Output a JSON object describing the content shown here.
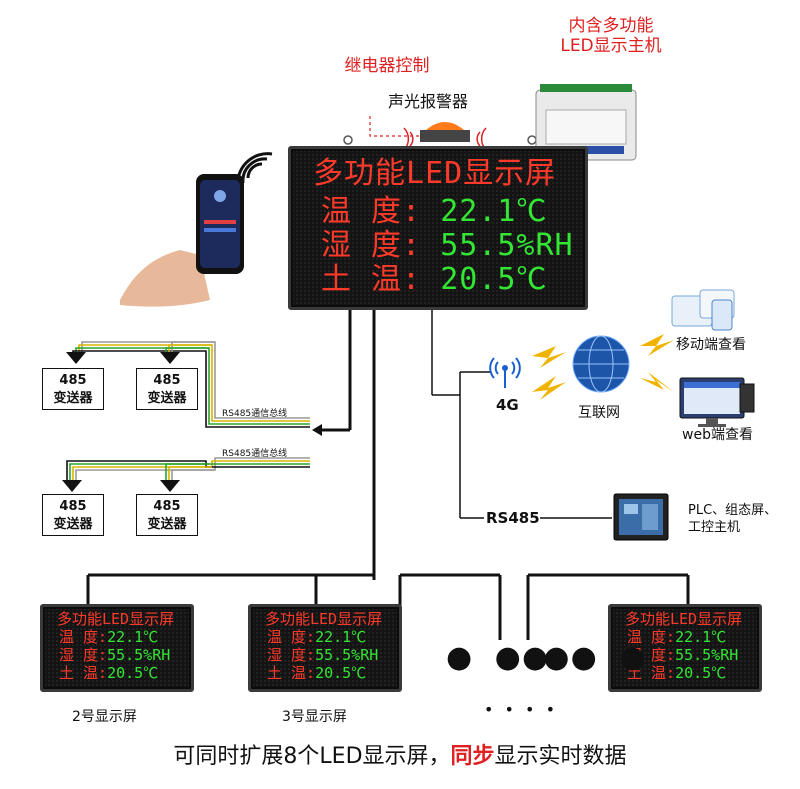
{
  "labels": {
    "relay_control": "继电器控制",
    "host_title": "内含多功能\nLED显示主机",
    "alarm": "声光报警器",
    "mobile_view": "移动端查看",
    "web_view": "web端查看",
    "internet": "互联网",
    "net_4g": "4G",
    "rs485": "RS485",
    "plc": "PLC、组态屏、\n工控主机",
    "bus1": "RS485通信总线",
    "bus2": "RS485通信总线"
  },
  "transmitters": [
    {
      "line1": "485",
      "line2": "变送器"
    },
    {
      "line1": "485",
      "line2": "变送器"
    },
    {
      "line1": "485",
      "line2": "变送器"
    },
    {
      "line1": "485",
      "line2": "变送器"
    }
  ],
  "main_display": {
    "title": "多功能LED显示屏",
    "rows": [
      {
        "label": "温  度:",
        "value": "22.1℃"
      },
      {
        "label": "湿  度:",
        "value": "55.5%RH"
      },
      {
        "label": "土  温:",
        "value": "20.5℃"
      }
    ]
  },
  "small_display": {
    "title": "多功能LED显示屏",
    "rows": [
      {
        "label": "温  度:",
        "value": "22.1℃"
      },
      {
        "label": "湿  度:",
        "value": "55.5%RH"
      },
      {
        "label": "土  温:",
        "value": "20.5℃"
      }
    ]
  },
  "display_captions": [
    "2号显示屏",
    "3号显示屏"
  ],
  "ellipsis": "● ● ●",
  "ellipsis_small": "• • • •",
  "footer": {
    "part1": "可同时扩展8个LED显示屏，",
    "highlight": "同步",
    "part2": "显示实时数据"
  },
  "colors": {
    "red": "#e02020",
    "led_red": "#ff3a2a",
    "led_green": "#33e633"
  }
}
